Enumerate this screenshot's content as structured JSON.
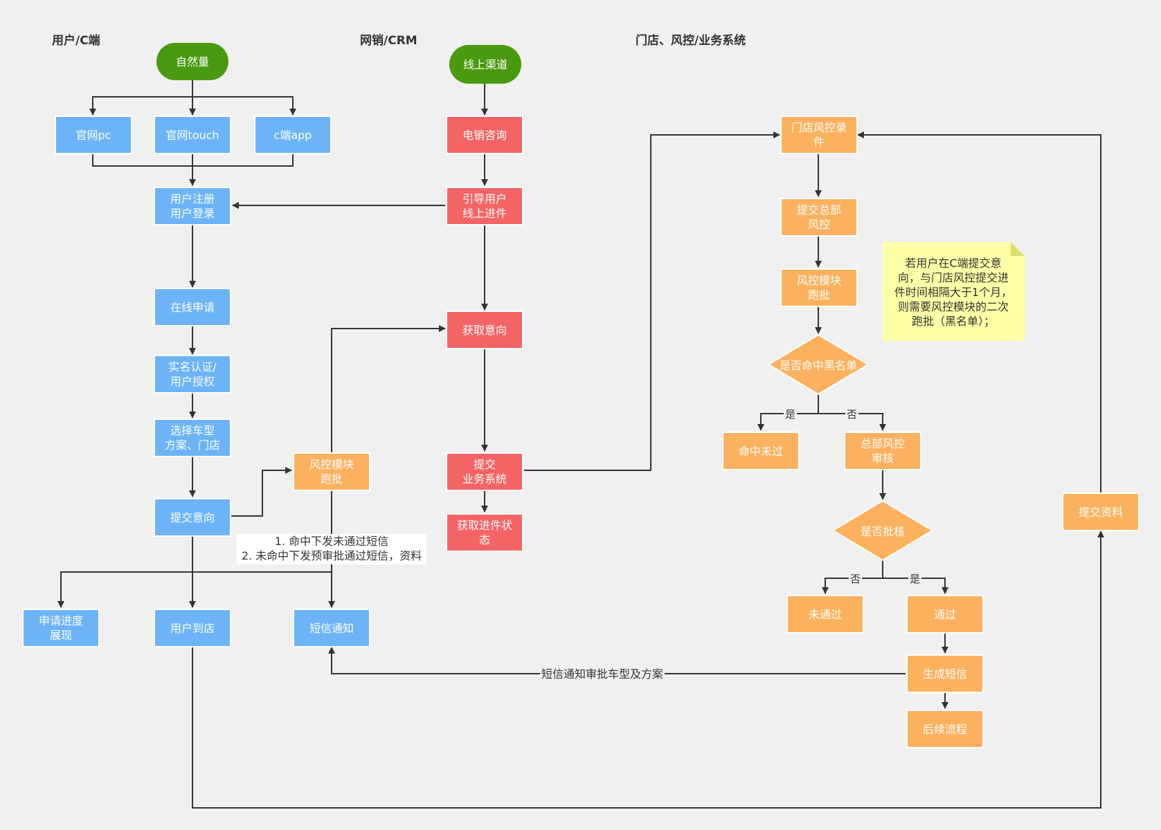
{
  "lanes": {
    "user": "用户/C端",
    "crm": "网销/CRM",
    "store": "门店、风控/业务系统"
  },
  "nodes": {
    "natural": "自然量",
    "pc": "官网pc",
    "touch": "官网touch",
    "app": "c端app",
    "register_l1": "用户注册",
    "register_l2": "用户登录",
    "apply": "在线申请",
    "auth_l1": "实名认证/",
    "auth_l2": "用户授权",
    "select_l1": "选择车型",
    "select_l2": "方案、门店",
    "submit_intent": "提交意向",
    "risk_batch_l1": "风控模块",
    "risk_batch_l2": "跑批",
    "progress_l1": "申请进度",
    "progress_l2": "展现",
    "arrive": "用户到店",
    "sms": "短信通知",
    "online": "线上渠道",
    "tele": "电销咨询",
    "guide_l1": "引导用户",
    "guide_l2": "线上进件",
    "get_intent": "获取意向",
    "submit_biz_l1": "提交",
    "submit_biz_l2": "业务系统",
    "status_l1": "获取进件状",
    "status_l2": "态",
    "store_entry_l1": "门店风控录",
    "store_entry_l2": "件",
    "hq_submit_l1": "提交总部",
    "hq_submit_l2": "风控",
    "store_batch_l1": "风控模块",
    "store_batch_l2": "跑批",
    "blacklist": "是否命中黑名单",
    "hit_fail": "命中未过",
    "hq_review_l1": "总部风控",
    "hq_review_l2": "审核",
    "approved_q": "是否批核",
    "not_pass": "未通过",
    "pass": "通过",
    "gen_sms": "生成短信",
    "followup": "后续流程",
    "submit_docs": "提交资料"
  },
  "edge_labels": {
    "yes1": "是",
    "no1": "否",
    "no2": "否",
    "yes2": "是",
    "sms_line": "短信通知审批车型及方案",
    "note_l1": "1. 命中下发未通过短信",
    "note_l2": "2. 未命中下发预审批通过短信，资料"
  },
  "sticky_note": {
    "l1": "若用户在C端提交意",
    "l2": "向，与门店风控提交进",
    "l3": "件时间相隔大于1个月，",
    "l4": "则需要风控模块的二次",
    "l5": "跑批（黑名单）；"
  },
  "colors": {
    "blue": "#6cb4f7",
    "red": "#f46466",
    "orange": "#fcb15f",
    "green": "#4a9a10",
    "note": "#ffffa8"
  }
}
